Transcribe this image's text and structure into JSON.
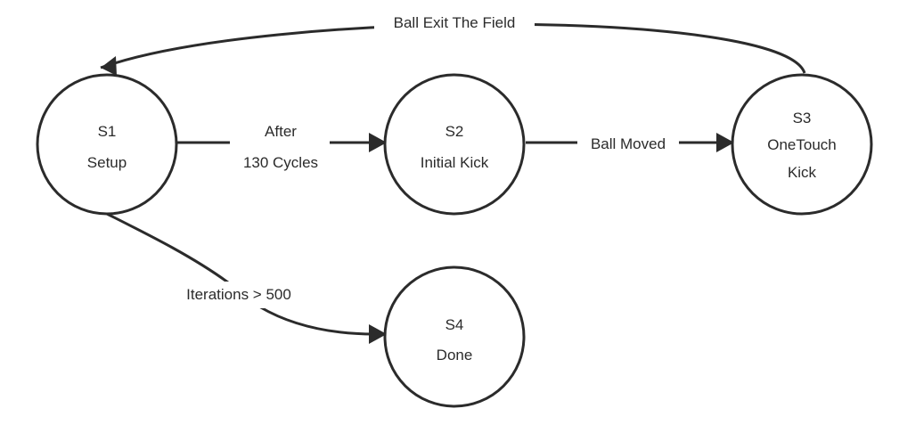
{
  "colors": {
    "stroke": "#2b2b2b",
    "background": "#ffffff",
    "text": "#2b2b2b"
  },
  "states": {
    "s1": {
      "id": "S1",
      "name": "Setup"
    },
    "s2": {
      "id": "S2",
      "name": "Initial Kick"
    },
    "s3": {
      "id": "S3",
      "name_line1": "OneTouch",
      "name_line2": "Kick"
    },
    "s4": {
      "id": "S4",
      "name": "Done"
    }
  },
  "transitions": {
    "s1_s2": {
      "line1": "After",
      "line2": "130 Cycles"
    },
    "s2_s3": {
      "label": "Ball Moved"
    },
    "s3_s1": {
      "label": "Ball Exit The Field"
    },
    "s1_s4": {
      "label": "Iterations > 500"
    }
  }
}
